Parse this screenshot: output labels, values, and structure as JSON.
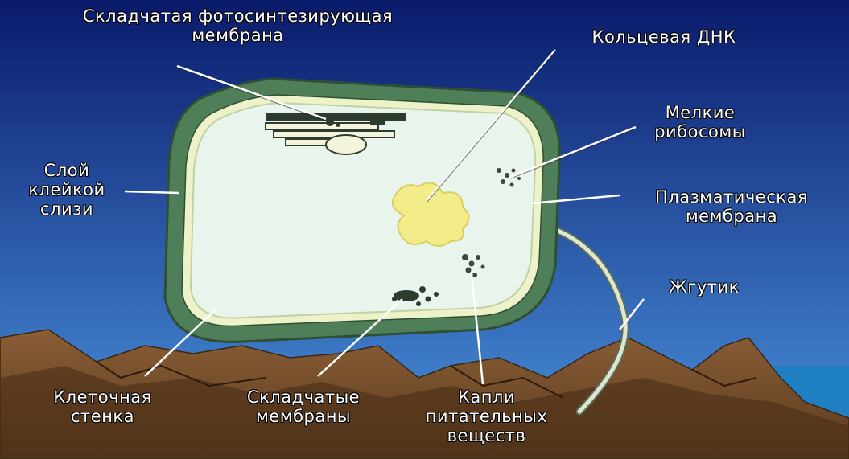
{
  "labels": {
    "folded_photosynthetic_membrane": {
      "line1": "Складчатая фотосинтезирующая",
      "line2": "мембрана"
    },
    "circular_dna": {
      "line1": "Кольцевая ДНК"
    },
    "small_ribosomes": {
      "line1": "Мелкие",
      "line2": "рибосомы"
    },
    "slime_layer": {
      "line1": "Слой",
      "line2": "клейкой",
      "line3": "слизи"
    },
    "plasma_membrane": {
      "line1": "Плазматическая",
      "line2": "мембрана"
    },
    "flagellum": {
      "line1": "Жгутик"
    },
    "cell_wall": {
      "line1": "Клеточная",
      "line2": "стенка"
    },
    "folded_membranes": {
      "line1": "Складчатые",
      "line2": "мембраны"
    },
    "nutrient_drops": {
      "line1": "Капли",
      "line2": "питательных",
      "line3": "веществ"
    }
  },
  "colors": {
    "sky_top": "#0a1a6b",
    "sky_bottom": "#3f86d6",
    "mountain": "#7a5230",
    "mountain_dark": "#4e3218",
    "capsule": "#4f7f58",
    "cell_wall": "#eef2c8",
    "cytoplasm": "#e9f5ec",
    "dna": "#f3ec8a",
    "sea": "#1e7fc2"
  }
}
